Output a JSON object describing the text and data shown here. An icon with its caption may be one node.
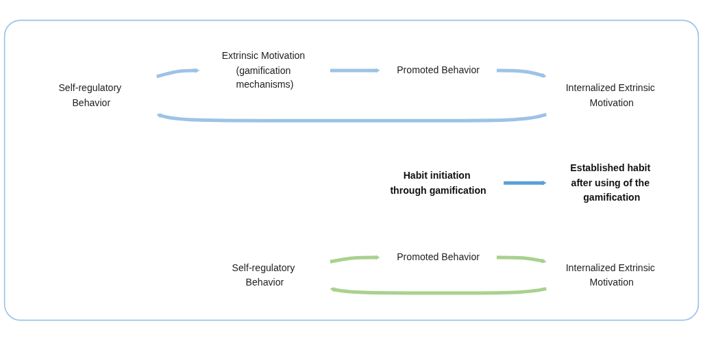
{
  "diagram": {
    "nodes": [
      {
        "text": [],
        "shape": "box"
      },
      {
        "text": [
          "Self-regulatory Behavior"
        ],
        "in": 0
      },
      {
        "text": [
          "Extrinsic Motivation (gamification mechanisms)"
        ],
        "in": 0
      },
      {
        "text": [
          "Habit initiation through gamification"
        ],
        "in": 0
      },
      {
        "text": [
          "Promoted Behavior"
        ],
        "in": 0
      },
      {
        "text": [
          "Internalized Extrinsic Motivation"
        ],
        "in": 0
      },
      {
        "text": [
          "Self-regulatory Behavior"
        ],
        "in": 0
      },
      {
        "text": [
          "Promoted Behavior"
        ],
        "in": 0
      },
      {
        "text": [
          "Established habit after using of the gamification"
        ],
        "in": 0
      },
      {
        "text": [
          "Internalized Extrinsic Motivation"
        ],
        "in": 0
      }
    ],
    "edges": [
      {
        "from": 1,
        "to": 2,
        "arrow": "to",
        "color": "#9dc3e6"
      },
      {
        "from": 2,
        "to": 4,
        "arrow": "to",
        "color": "#9dc3e6"
      },
      {
        "from": 4,
        "to": 5,
        "arrow": "to",
        "color": "#9dc3e6"
      },
      {
        "from": 5,
        "to": 1,
        "arrow": "to",
        "color": "#9dc3e6"
      },
      {
        "from": 3,
        "to": 8,
        "arrow": "to",
        "color": "#5aa0d8"
      },
      {
        "from": 6,
        "to": 7,
        "arrow": "to",
        "color": "#a9d18e"
      },
      {
        "from": 7,
        "to": 9,
        "arrow": "to",
        "color": "#a9d18e"
      },
      {
        "from": 9,
        "to": 6,
        "arrow": "to",
        "color": "#a9d18e"
      }
    ]
  }
}
